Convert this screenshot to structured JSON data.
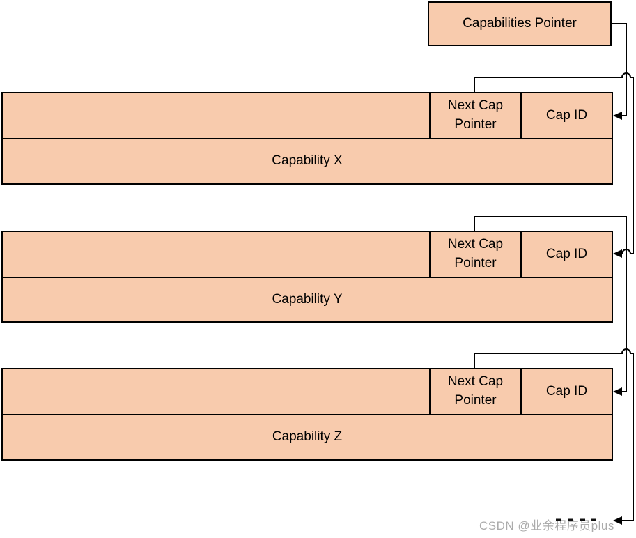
{
  "diagram": {
    "pointer_box": {
      "label": "Capabilities Pointer"
    },
    "capabilities": [
      {
        "name": "Capability X",
        "next_cap": "Next Cap Pointer",
        "cap_id": "Cap ID"
      },
      {
        "name": "Capability Y",
        "next_cap": "Next Cap Pointer",
        "cap_id": "Cap ID"
      },
      {
        "name": "Capability Z",
        "next_cap": "Next Cap Pointer",
        "cap_id": "Cap ID"
      }
    ],
    "watermark": "CSDN @业余程序员plus",
    "colors": {
      "box_fill": "#F8CBAD",
      "box_border": "#000000",
      "connector": "#000000",
      "watermark_text": "#ABABAB"
    }
  }
}
